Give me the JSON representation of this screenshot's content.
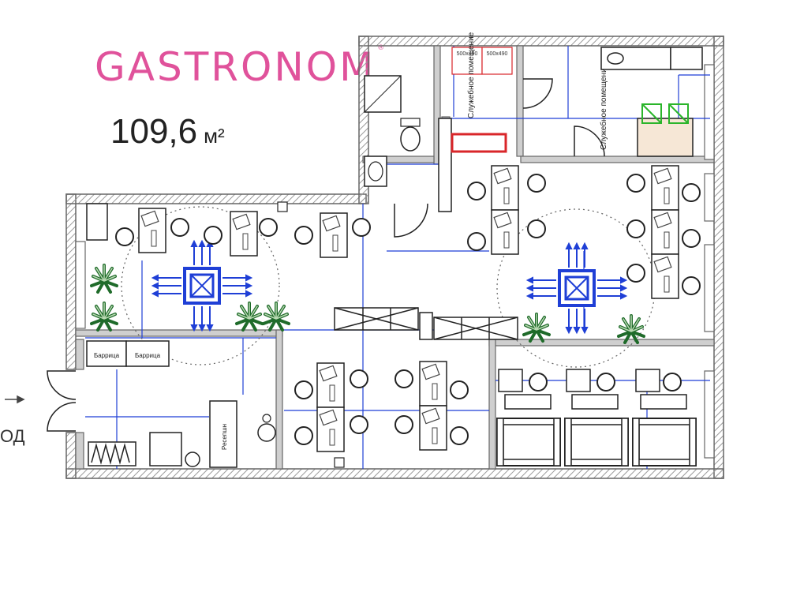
{
  "brand": {
    "name": "GASTRONOM",
    "reg": "®",
    "color": "#e0529b"
  },
  "area": {
    "value": "109,6",
    "unit": "м²"
  },
  "entry_label": "ОД",
  "labels": {
    "service_room": "Служебное помещение",
    "service_room_2": "Служебное помещение",
    "reception": "Ресепшн",
    "zone_a": "Баррица",
    "zone_b": "Баррица",
    "box_a": "500х490",
    "box_b": "500х490"
  },
  "colors": {
    "wall": "#8a8a8a",
    "wall_fill": "#d9d9d9",
    "dimension": "#1f3fd6",
    "plant": "#1f6b2a",
    "accent_red": "#d9262a",
    "accent_green": "#2bb52b",
    "hvac": "#1f3fd6"
  },
  "icons": [
    "plant-icon",
    "chair-icon",
    "desk-icon",
    "toilet-icon",
    "sink-icon",
    "shower-icon",
    "hvac-unit-icon",
    "radiator-icon",
    "armchair-icon",
    "door-icon",
    "entry-arrow-icon"
  ]
}
